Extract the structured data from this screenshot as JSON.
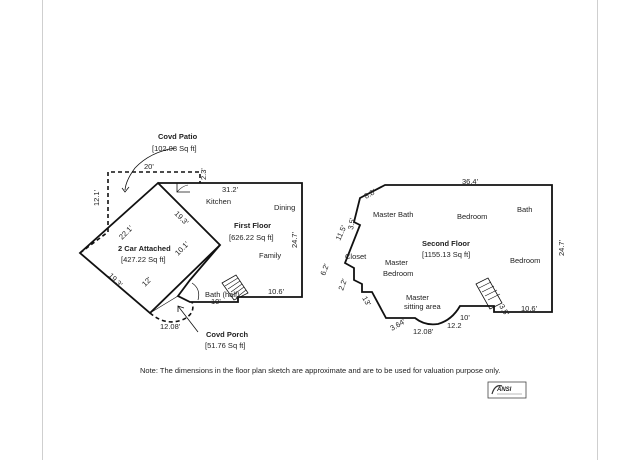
{
  "first_floor": {
    "label": "First Floor",
    "area": "[626.22 Sq ft]",
    "rooms": {
      "kitchen": "Kitchen",
      "dining": "Dining",
      "family": "Family",
      "bath": "Bath (half)"
    },
    "dims": {
      "top": "31.2'",
      "right": "24.7'",
      "bottom": "10.6'",
      "bath_w": "10'",
      "small_top": "2.3'"
    }
  },
  "garage": {
    "label": "2 Car Attached",
    "area": "[427.22 Sq ft]",
    "dims": {
      "d1": "22.1'",
      "d2": "19.3'",
      "d3": "10.1'",
      "d4": "12'",
      "d5": "19.3'"
    }
  },
  "patio": {
    "label": "Covd Patio",
    "area": "[102.08 Sq ft]",
    "dims": {
      "width": "20'",
      "side": "12.1'"
    }
  },
  "porch": {
    "label": "Covd Porch",
    "area": "[51.76 Sq ft]",
    "dims": {
      "width": "12.08'"
    }
  },
  "second_floor": {
    "label": "Second Floor",
    "area": "[1155.13 Sq ft]",
    "rooms": {
      "master_bath": "Master Bath",
      "bedroom1": "Bedroom",
      "bath": "Bath",
      "closet": "Closet",
      "master": "Master",
      "master_bedroom": "Bedroom",
      "bedroom2": "Bedroom",
      "sitting1": "Master",
      "sitting2": "sitting area"
    },
    "dims": {
      "top": "36.4'",
      "right": "24.7'",
      "d88": "8.8'",
      "d35a": "3.5'",
      "d115": "11.5'",
      "d62": "6.2'",
      "d22": "2.2'",
      "d13": "13'",
      "d364": "3.64'",
      "d1208": "12.08'",
      "d10": "10'",
      "d122": "12.2",
      "d35b": "3.5'",
      "d106": "10.6'"
    }
  },
  "note": "Note: The dimensions in the floor plan sketch are approximate and are to be used for valuation purpose only.",
  "logo_text": "ANSI"
}
